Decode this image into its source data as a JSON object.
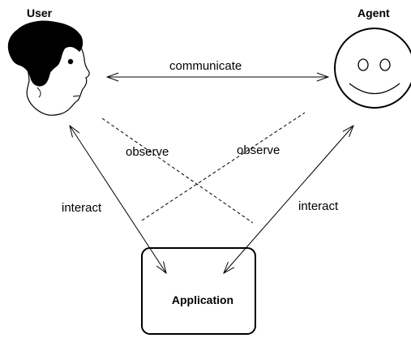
{
  "diagram": {
    "nodes": {
      "user": {
        "label": "User",
        "icon": "user-head-icon"
      },
      "agent": {
        "label": "Agent",
        "icon": "smiley-face-icon"
      },
      "application": {
        "label": "Application"
      }
    },
    "edges": {
      "communicate": "communicate",
      "observe_user": "observe",
      "observe_agent": "observe",
      "interact_user": "interact",
      "interact_agent": "interact"
    },
    "colors": {
      "stroke": "#000000",
      "background": "#ffffff"
    }
  }
}
